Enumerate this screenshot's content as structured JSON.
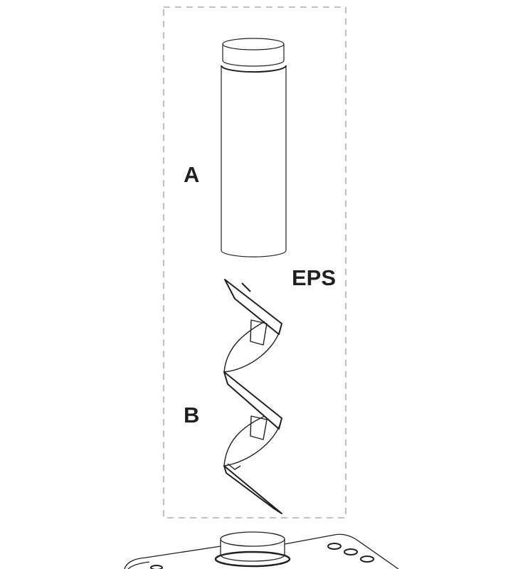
{
  "labels": {
    "part_a": "A",
    "part_b": "B",
    "material": "EPS"
  },
  "colors": {
    "line": "#231f20",
    "dash": "#9d9d9d"
  }
}
